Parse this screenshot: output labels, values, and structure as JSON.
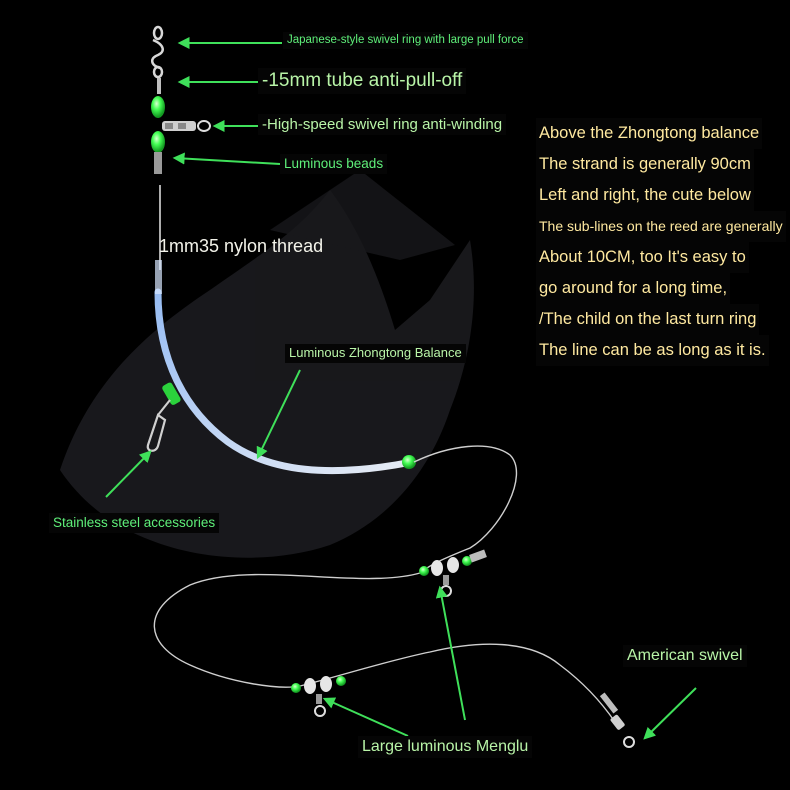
{
  "labels": {
    "japanese_swivel": "Japanese-style swivel ring with large pull force",
    "tube": "-15mm tube anti-pull-off",
    "high_speed_swivel": "-High-speed swivel ring anti-winding",
    "luminous_beads": "Luminous beads",
    "nylon_thread": "1mm35 nylon thread",
    "zhongtong_balance": "Luminous Zhongtong Balance",
    "stainless_accessories": "Stainless steel accessories",
    "american_swivel": "American swivel",
    "menglu": "Large luminous Menglu"
  },
  "description_lines": [
    "Above the Zhongtong balance",
    "The strand is generally 90cm",
    "Left and right, the cute below",
    "The sub-lines on the reed are generally",
    "About 10CM, too It's easy to",
    "go around for a long time,",
    "/The child on the last turn ring",
    "The line can be as long as it is."
  ],
  "colors": {
    "background": "#000000",
    "arrow": "#3fe05a",
    "bead": "#39ff4a",
    "balance_rod": "#cfe6ff",
    "note_text": "#ffe9a0"
  }
}
